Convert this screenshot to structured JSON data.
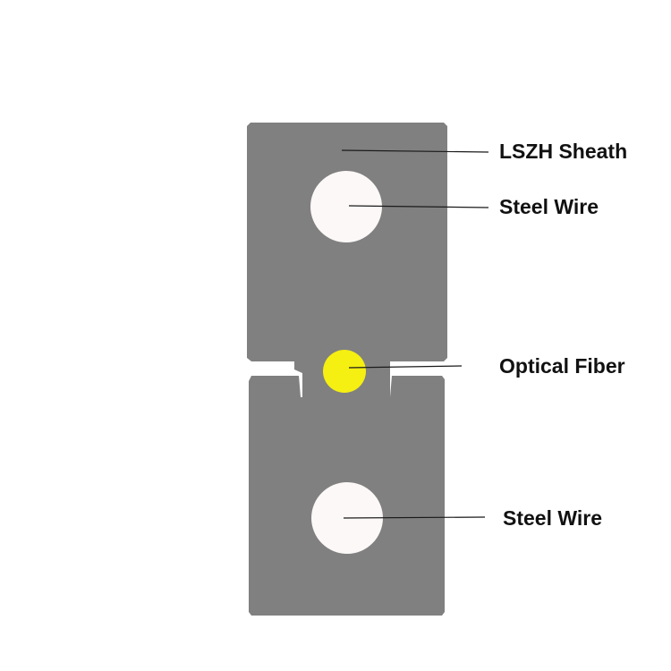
{
  "colors": {
    "background": "#ffffff",
    "sheath": "#808080",
    "steel_wire": "#fcf8f7",
    "optical_fiber": "#f5ef12",
    "leader_line": "#1a1a1a"
  },
  "labels": {
    "sheath": "LSZH Sheath",
    "steel_wire_top": "Steel Wire",
    "optical_fiber": "Optical Fiber",
    "steel_wire_bottom": "Steel Wire"
  }
}
